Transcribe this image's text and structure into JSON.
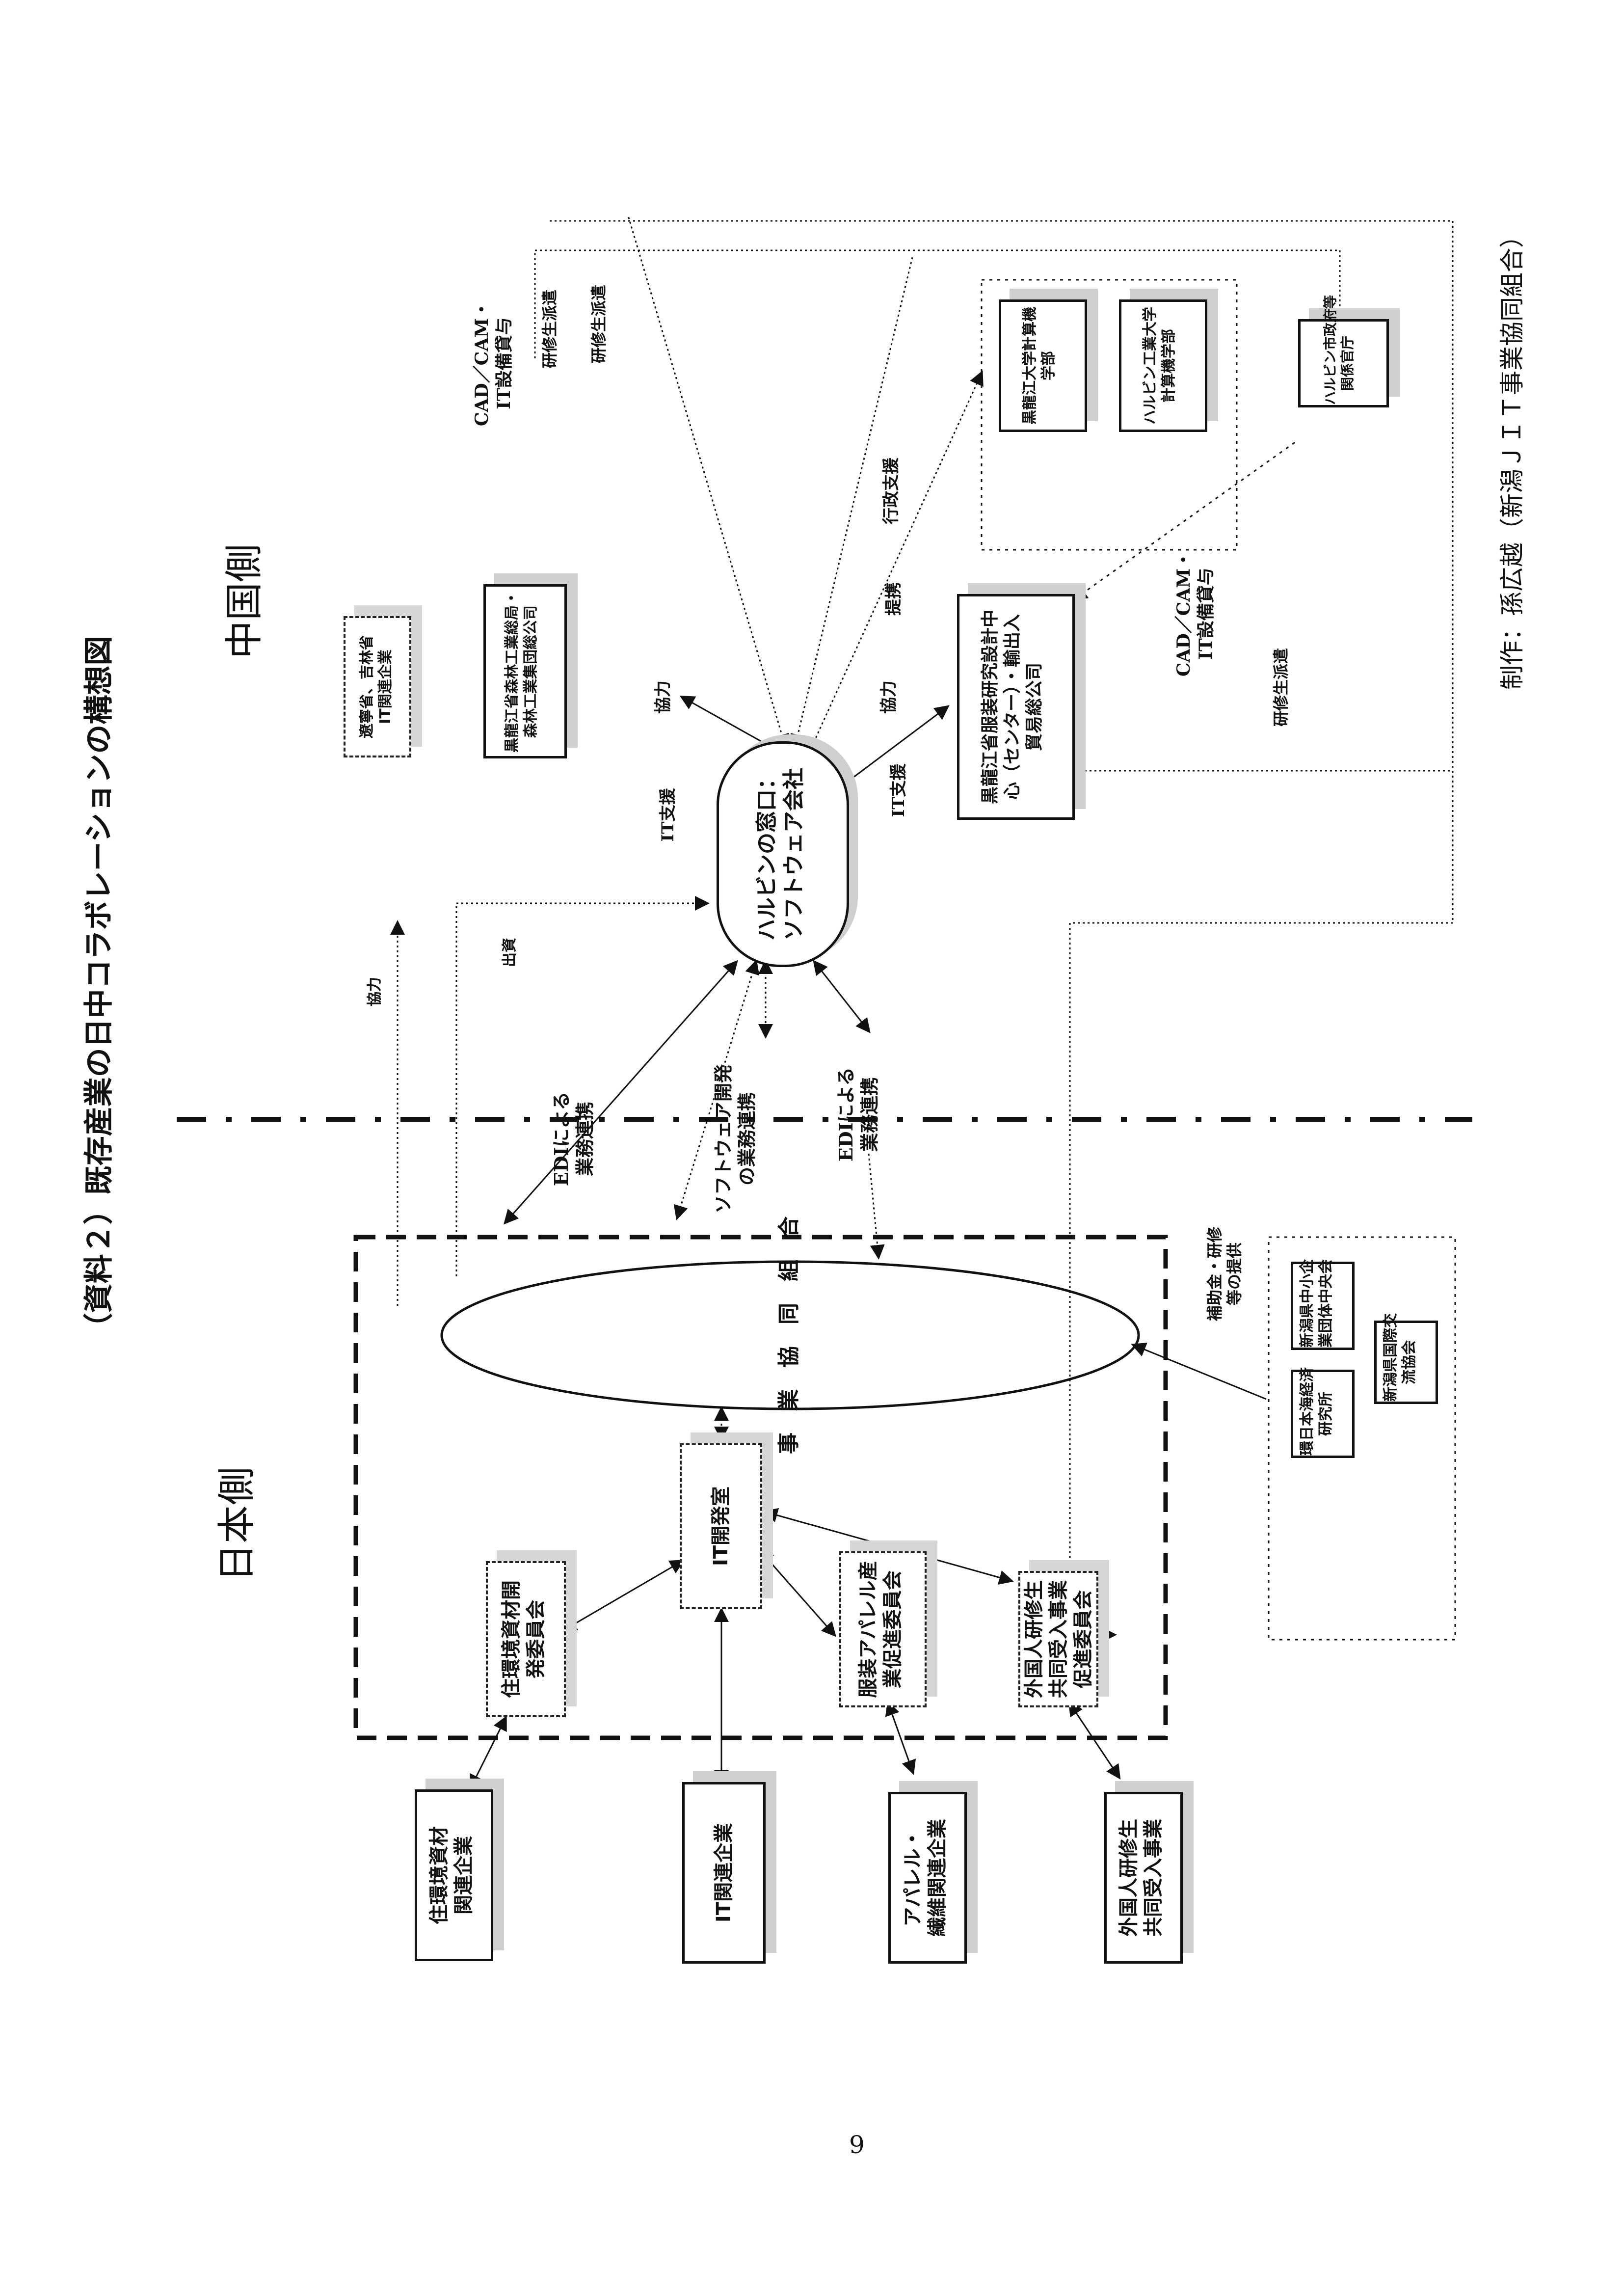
{
  "document": {
    "title": "（資料２）既存産業の日中コラボレーションの構想図",
    "page_number": "9",
    "credit": "制作：孫広越（新潟ＪＩＴ事業協同組合）"
  },
  "sides": {
    "japan": "日本側",
    "china": "中国側"
  },
  "japan_side": {
    "union": "事　業　協　同　組　合",
    "it_dev_room": "IT開発室",
    "committees": [
      "住環境資材開\n発委員会",
      "服装アパレル産\n業促進委員会",
      "外国人研修生\n共同受入事業\n促進委員会"
    ],
    "enterprises": [
      "住環境資材\n関連企業",
      "IT関連企業",
      "アパレル・\n繊維関連企業",
      "外国人研修生\n共同受入事業"
    ],
    "niigata_orgs": [
      "新潟県中小企\n業団体中央会",
      "新潟県国際交\n流協会",
      "環日本海経済\n研究所"
    ]
  },
  "china_side": {
    "harbin_window": "ハルビンの窓口：\nソフトウェア会社",
    "liaoning_jilin": "遼寧省、吉林省\nIT関連企業",
    "forestry": "黒龍江省森林工業総局・\n森林工業集団総公司",
    "apparel_center": "黒龍江省服装研究設計中\n心（センター）・輸出入\n貿易総公司",
    "universities": [
      "黒龍江大学計算機\n学部",
      "ハルビン工業大学\n計算機学部"
    ],
    "harbin_gov": "ハルビン市政府等\n関係官庁"
  },
  "relations": {
    "edi_1": "EDIによる\n業務連携",
    "software_dev": "ソフトウェア開発\nの業務連携",
    "edi_2": "EDIによる\n業務連携",
    "investment": "出資",
    "cooperation_left": "協力",
    "it_support_1": "IT支援",
    "cooperation_1": "協力",
    "it_support_2": "IT支援",
    "cooperation_2": "協力",
    "admin_support": "行政支援",
    "partnership": "提携",
    "cadcam_top": "CAD／CAM・\nIT設備貸与",
    "trainee_top_1": "研修生派遣",
    "trainee_top_2": "研修生派遣",
    "cadcam_right": "CAD／CAM・\nIT設備貸与",
    "trainee_right": "研修生派遣",
    "subsidy": "補助金・研修\n等の提供"
  }
}
